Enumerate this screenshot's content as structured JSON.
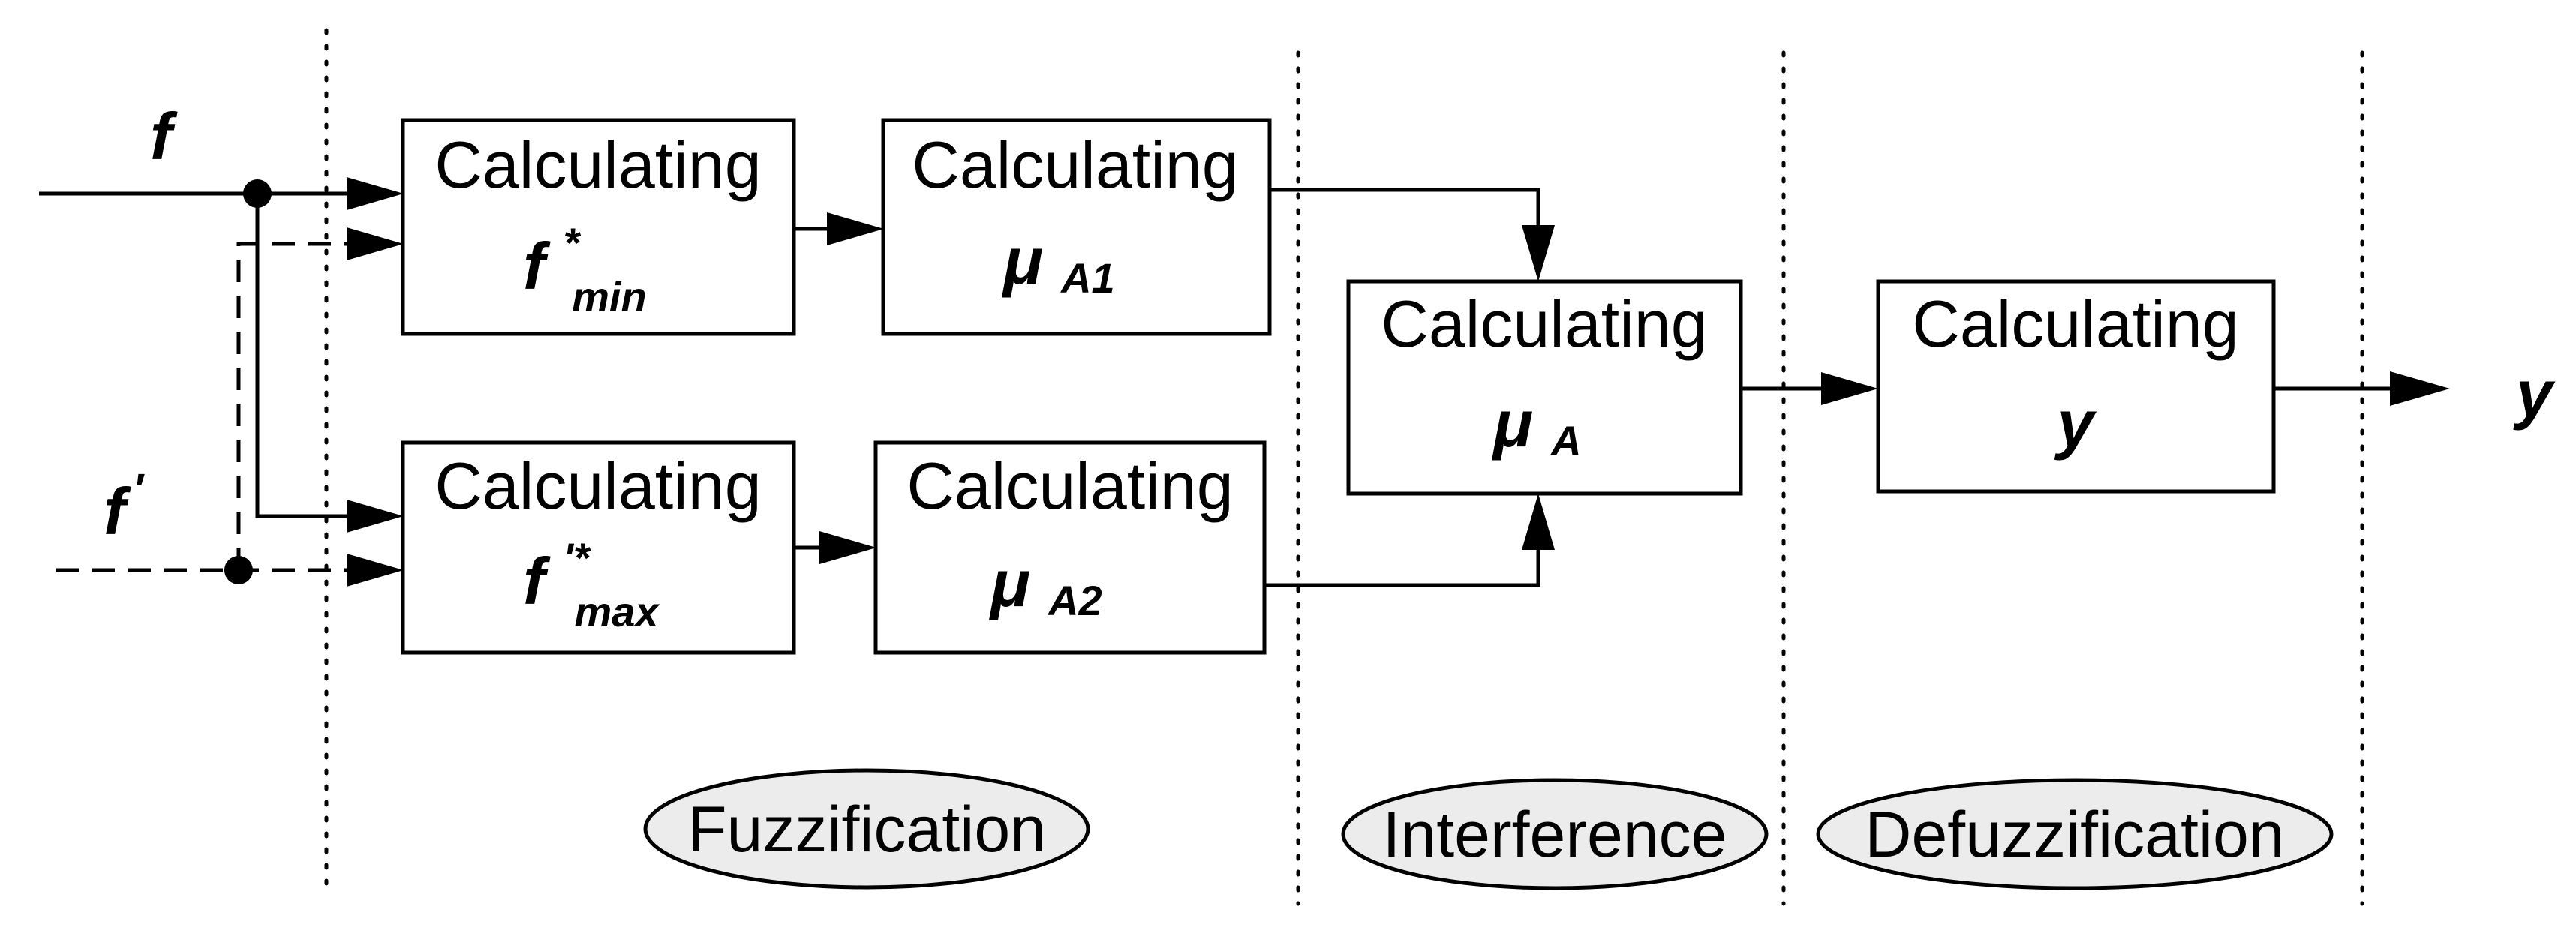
{
  "inputs": {
    "f": {
      "symbol": "f"
    },
    "f_prime": {
      "symbol": "f",
      "prime": "′"
    }
  },
  "output": {
    "symbol": "y"
  },
  "blocks": {
    "f_min": {
      "title": "Calculating",
      "symbol": "f",
      "sup": "*",
      "sub": "min"
    },
    "f_max": {
      "title": "Calculating",
      "symbol": "f",
      "sup": "'*",
      "sub": "max"
    },
    "mu_a1": {
      "title": "Calculating",
      "symbol": "μ",
      "sub": "A1"
    },
    "mu_a2": {
      "title": "Calculating",
      "symbol": "μ",
      "sub": "A2"
    },
    "mu_a": {
      "title": "Calculating",
      "symbol": "μ",
      "sub": "A"
    },
    "y": {
      "title": "Calculating",
      "symbol": "y"
    }
  },
  "stages": [
    "Fuzzification",
    "Interference",
    "Defuzzification"
  ]
}
